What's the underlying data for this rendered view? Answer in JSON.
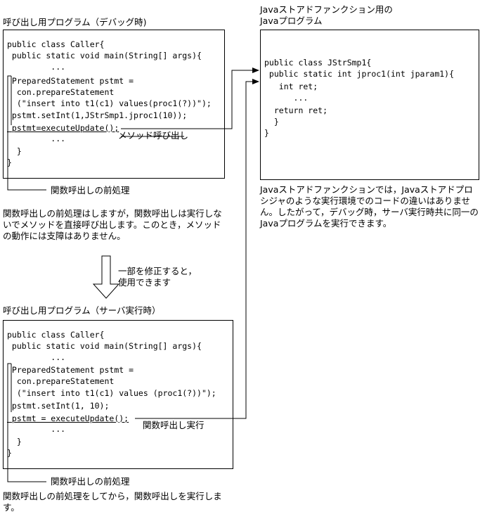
{
  "debug": {
    "title": "呼び出し用プログラム（デバッグ時)",
    "code": [
      "public class Caller{",
      " public static void main(String[] args){",
      "         ...",
      " PreparedStatement pstmt =",
      "  con.prepareStatement",
      "  (\"insert into t1(c1) values(proc1(?))\");",
      " pstmt.setInt(1,JStrSmp1.jproc1(10));",
      " pstmt=executeUpdate();",
      "         ...",
      "  }",
      "}"
    ],
    "call_label": "メソッド呼び出し",
    "preprocess_label": "関数呼出しの前処理",
    "description": "関数呼出しの前処理はしますが，関数呼出しは実行しないでメソッドを直接呼び出します。このとき，メソッドの動作には支障はありません。"
  },
  "arrow_note": [
    "一部を修正すると，",
    "使用できます"
  ],
  "server": {
    "title": "呼び出し用プログラム（サーバ実行時）",
    "code": [
      "public class Caller{",
      " public static void main(String[] args){",
      "         ...",
      " PreparedStatement pstmt =",
      "  con.prepareStatement",
      "  (\"insert into t1(c1) values (proc1(?))\");",
      " pstmt.setInt(1, 10);",
      " pstmt = executeUpdate();",
      "         ...",
      "  }",
      "}"
    ],
    "call_label": "関数呼出し実行",
    "preprocess_label": "関数呼出しの前処理",
    "description": "関数呼出しの前処理をしてから，関数呼出しを実行します。"
  },
  "java": {
    "title_line1": "Javaストアドファンクション用の",
    "title_line2": "Javaプログラム",
    "code": [
      "public class JStrSmp1{",
      " public static int jproc1(int jparam1){",
      "   int ret;",
      "      ...",
      "  return ret;",
      "  }",
      "}"
    ],
    "description": "Javaストアドファンクションでは，Javaストアドプロシジャのような実行環境でのコードの違いはありません。したがって，デバッグ時，サーバ実行時共に同一のJavaプログラムを実行できます。"
  }
}
